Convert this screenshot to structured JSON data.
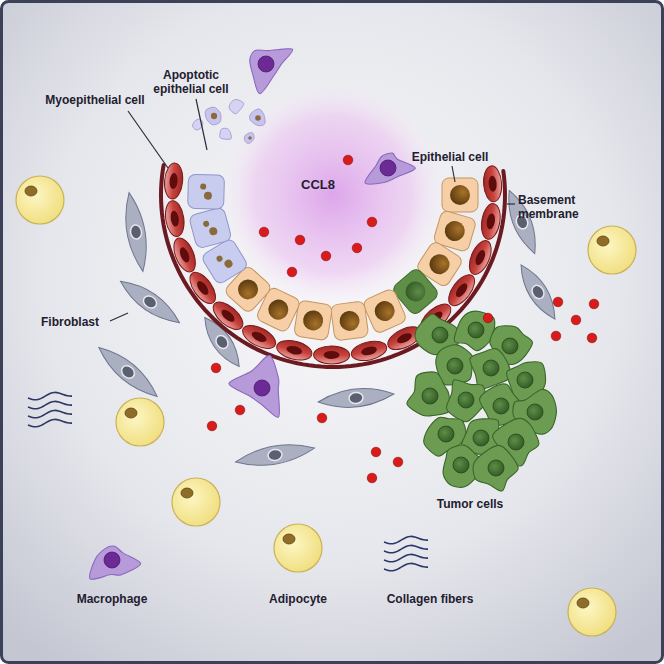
{
  "diagram": {
    "labels": [
      "Myoepithelial cell",
      "Apoptotic epithelial cell",
      "Epithelial cell",
      "Basement membrane",
      "CCL8",
      "Fibroblast",
      "Tumor cells",
      "Macrophage",
      "Adipocyte",
      "Collagen fibers"
    ]
  }
}
